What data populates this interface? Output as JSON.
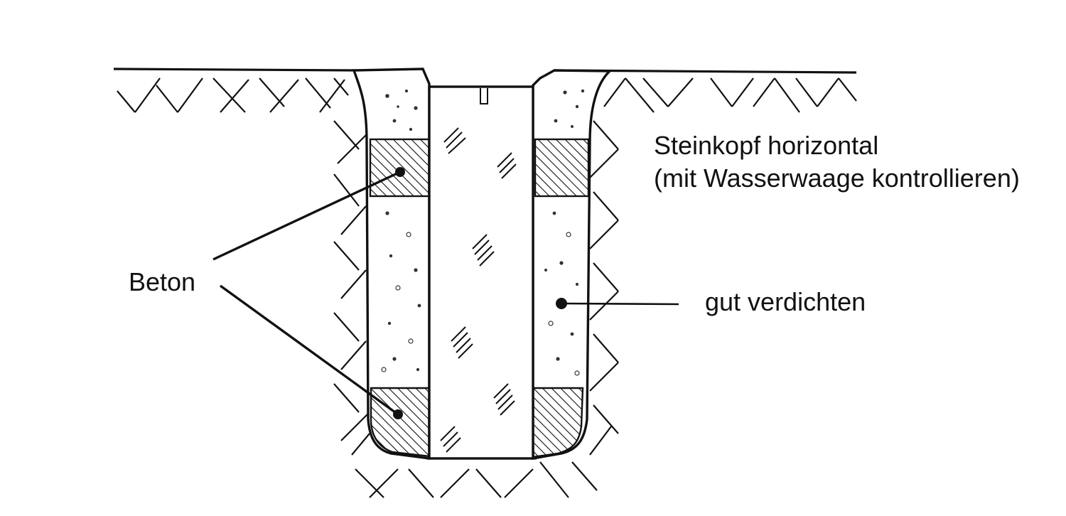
{
  "labels": {
    "steinkopf": "Steinkopf horizontal",
    "wasserwaage": "(mit Wasserwaage kontrollieren)",
    "verdichten": "gut verdichten",
    "beton": "Beton"
  },
  "colors": {
    "ink": "#111111",
    "background": "#ffffff"
  }
}
